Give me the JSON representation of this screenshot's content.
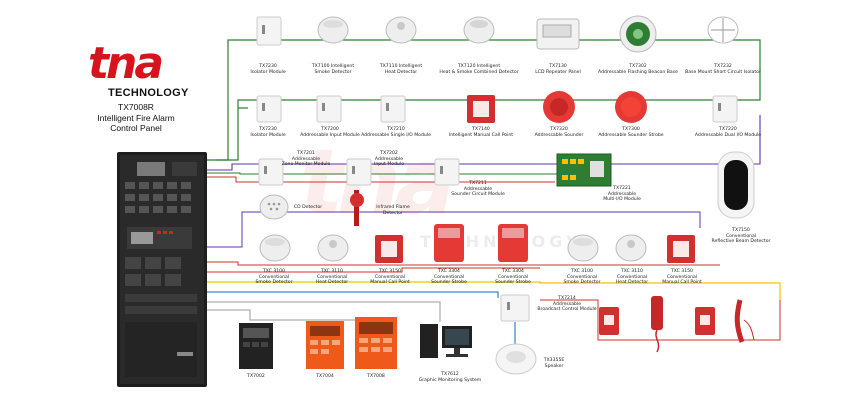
{
  "brand": {
    "logo_text": "tna",
    "subtitle": "TECHNOLOGY",
    "panel_model": "TX7008R",
    "panel_name_line1": "Intelligent Fire Alarm",
    "panel_name_line2": "Control Panel"
  },
  "watermark": {
    "logo": "tna",
    "text": "TECHNOLOGY"
  },
  "colors": {
    "brand_red": "#d7141e",
    "bus_green": "#2e7d32",
    "loop_purple": "#5e35b1",
    "loop_red": "#d32f2f",
    "line_yellow": "#f2c300",
    "line_blue": "#1565c0",
    "line_gray": "#9e9e9e"
  },
  "row1": [
    {
      "label": "TX7230\nIsolator Module"
    },
    {
      "label": "TX7100 Intelligent\nSmoke Detector"
    },
    {
      "label": "TX7110 Intelligent\nHeat Detector"
    },
    {
      "label": "TX7120 Intelligent\nHeat & Smoke Combined Detector"
    },
    {
      "label": "TX7130\nLCD Repeater Panel"
    },
    {
      "label": "TX7302\nAddressable Flashing Beacon Base"
    },
    {
      "label": "TX7232\nBase Mount Short Circuit Isolator"
    }
  ],
  "row2": [
    {
      "label": "TX7230\nIsolator Module"
    },
    {
      "label": "TX7200\nAddressable Input Module"
    },
    {
      "label": "TX7210\nAddressable Single I/O Module"
    },
    {
      "label": "TX7140\nIntelligent Manual Call Point"
    },
    {
      "label": "TX7320\nAddressable Sounder"
    },
    {
      "label": "TX7300\nAddressable Sounder Strobe"
    },
    {
      "label": "TX7220\nAddressable Dual I/O Module"
    }
  ],
  "row3": [
    {
      "label": "TX7201\nAddressable\nZone Monitor Module"
    },
    {
      "label": "TX7202\nAddressable\nInput Module"
    },
    {
      "label": "TX7211\nAddressable\nSounder Circuit Module"
    },
    {
      "label": "TX7221\nAddressable\nMulti-I/O Module"
    },
    {
      "label": "TX7150\nConventional\nReflective Beam Detector"
    }
  ],
  "row4": [
    {
      "label": "CO Detector"
    },
    {
      "label": "Infrared Flame\nDetector"
    }
  ],
  "row5": [
    {
      "label": "TXC 3100\nConventional\nSmoke Detector"
    },
    {
      "label": "TXC 3110\nConventional\nHeat Detector"
    },
    {
      "label": "TXC 3150\nConventional\nManual Call Point"
    },
    {
      "label": "TXC 3304\nConventional\nSounder Strobe"
    },
    {
      "label": "TXC 3304\nConventional\nSounder Strobe"
    },
    {
      "label": "TXC 3100\nConventional\nSmoke Detector"
    },
    {
      "label": "TXC 3110\nConventional\nHeat Detector"
    },
    {
      "label": "TXC 3150\nConventional\nManual Call Point"
    }
  ],
  "broadcast": {
    "label": "TX7214\nAddressable\nBroadcast Control Module"
  },
  "speaker": {
    "label": "TX3355E\nSpeaker"
  },
  "graphic": {
    "label": "TX7612\nGraphic Monitoring System"
  },
  "panels": [
    {
      "label": "TX7002"
    },
    {
      "label": "TX7004"
    },
    {
      "label": "TX7008"
    }
  ]
}
